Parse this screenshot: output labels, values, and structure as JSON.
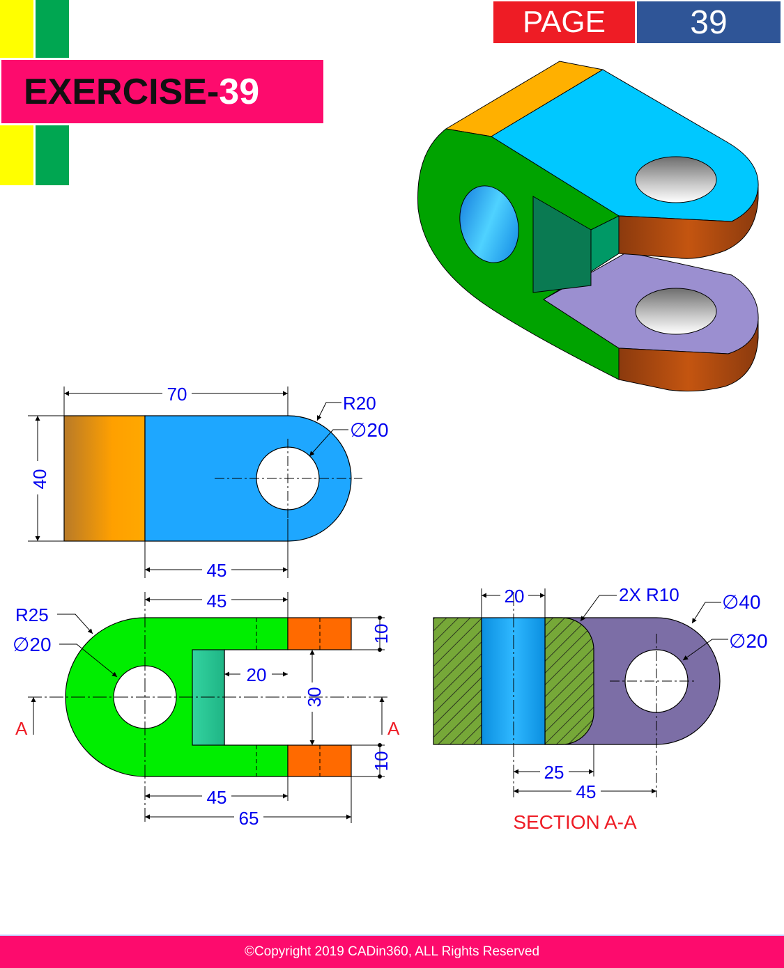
{
  "header": {
    "page_label": "PAGE",
    "page_number": "39",
    "exercise_prefix": "EXERCISE-",
    "exercise_number": "39"
  },
  "top_view": {
    "dim_length": "70",
    "dim_height": "40",
    "dim_bottom": "45",
    "radius": "R20",
    "hole": "∅20"
  },
  "front_view": {
    "dim_top": "45",
    "dim_bottom_inner": "45",
    "dim_overall": "65",
    "radius": "R25",
    "hole": "∅20",
    "slot_depth": "20",
    "slot_width": "30",
    "fork_top": "10",
    "fork_bottom": "10",
    "section_mark_left": "A",
    "section_mark_right": "A"
  },
  "section_view": {
    "dim_bore": "20",
    "fillets": "2X R10",
    "outer_dia": "∅40",
    "hole": "∅20",
    "dim_25": "25",
    "dim_45": "45",
    "title": "SECTION A-A"
  },
  "footer": {
    "copyright": "©Copyright 2019 CADin360, ALL Rights Reserved"
  },
  "colors": {
    "banner": "#fd0b6d",
    "page_red": "#ee1c25",
    "page_blue": "#2f5597",
    "dim_blue": "#0000ee",
    "section_red": "#ee1c25"
  }
}
